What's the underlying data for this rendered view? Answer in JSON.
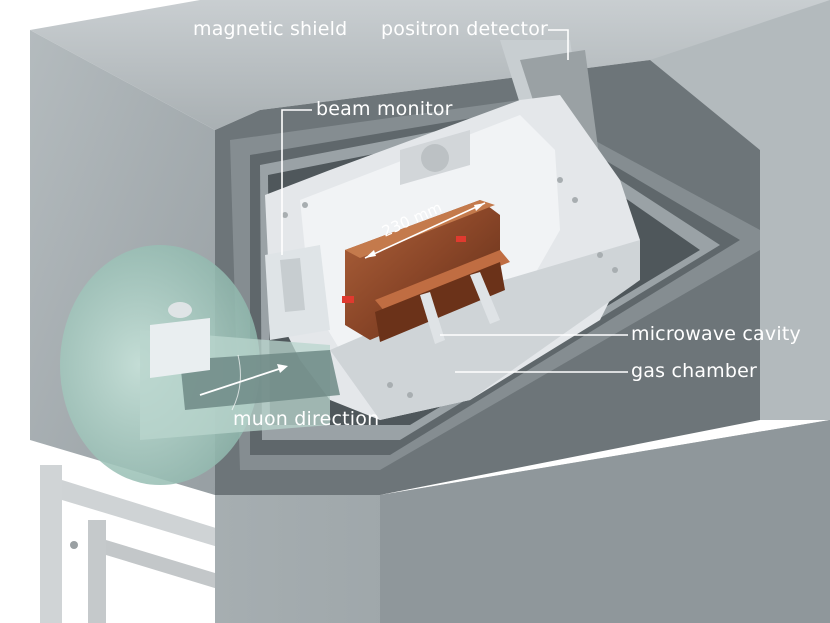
{
  "labels": {
    "magnetic_shield": "magnetic shield",
    "positron_detector": "positron detector",
    "beam_monitor": "beam monitor",
    "dimension": "230 mm",
    "microwave_cavity": "microwave cavity",
    "gas_chamber": "gas chamber",
    "muon_direction": "muon direction"
  },
  "colors": {
    "shield_gray": "#9fa7aa",
    "shield_dark": "#6d7579",
    "interior_white": "#e4e7ea",
    "cavity_copper": "#8a4628",
    "beam_window": "#9fc7bd",
    "frame_gray": "#c8ccce",
    "label_white": "#ffffff"
  }
}
